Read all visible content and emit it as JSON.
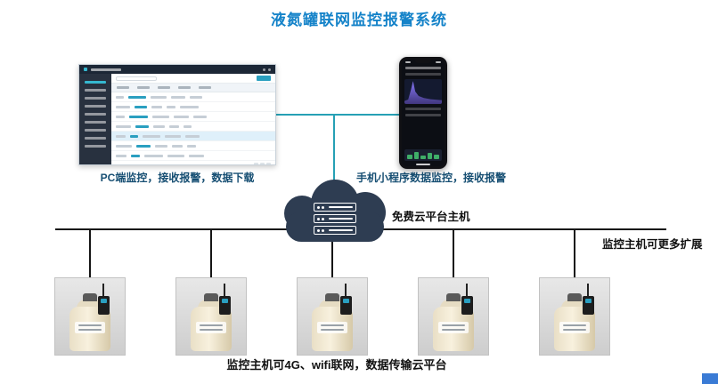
{
  "title": "液氮罐联网监控报警系统",
  "pc": {
    "label": "PC端监控，接收报警，数据下载"
  },
  "phone": {
    "label": "手机小程序数据监控，接收报警"
  },
  "cloud": {
    "label": "免费云平台主机"
  },
  "bus": {
    "expand_label": "监控主机可更多扩展"
  },
  "footer": {
    "label": "监控主机可4G、wifi联网，数据传输云平台"
  },
  "tanks": {
    "count": 5
  },
  "colors": {
    "title": "#1583c9",
    "connector": "#26a0b5",
    "bus": "#151515",
    "cloud": "#2e3d52",
    "label": "#174f73"
  }
}
